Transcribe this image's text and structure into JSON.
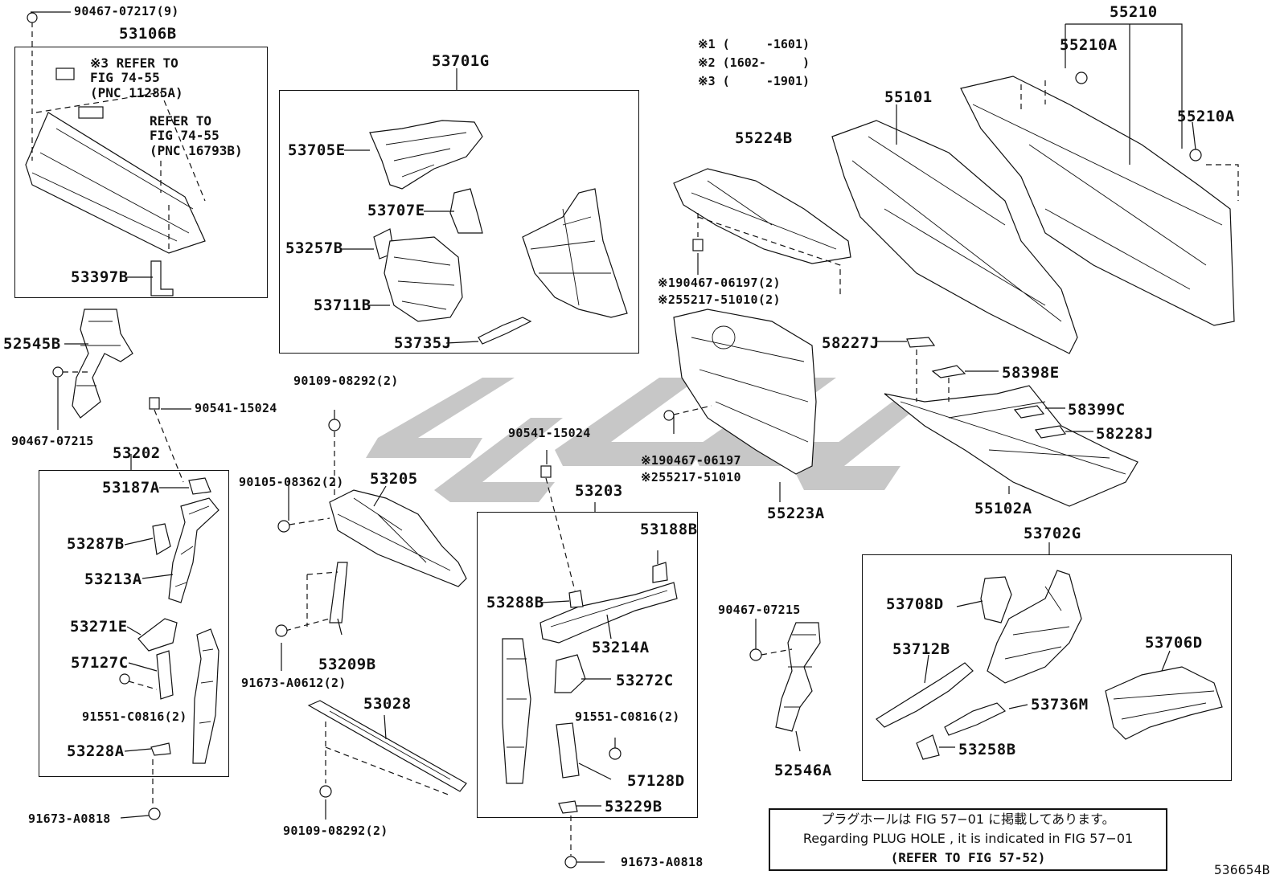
{
  "diagram_id": "536654B",
  "notes": {
    "legend": [
      "※1 (     -1601)",
      "※2 (1602-     )",
      "※3 (     -1901)"
    ],
    "refer_1": "※3 REFER TO\nFIG 74-55\n(PNC 11285A)",
    "refer_2": "REFER TO\nFIG 74-55\n(PNC 16793B)",
    "notice_jp": "プラグホールは FIG 57−01 に掲載してあります。",
    "notice_en": "Regarding  PLUG  HOLE , it is indicated in FIG 57−01",
    "notice_ref": "(REFER TO FIG 57-52)"
  },
  "groups": {
    "g53106B": "53106B",
    "g53701G": "53701G",
    "g53202": "53202",
    "g53203": "53203",
    "g53702G": "53702G"
  },
  "labels": {
    "p90467_07217": "90467-07217(9)",
    "p53397B": "53397B",
    "p53705E": "53705E",
    "p53707E": "53707E",
    "p53257B": "53257B",
    "p53711B": "53711B",
    "p53735J": "53735J",
    "p52545B": "52545B",
    "p90467_07215a": "90467-07215",
    "p90541_15024a": "90541-15024",
    "p90109_08292a": "90109-08292(2)",
    "p90105_08362": "90105-08362(2)",
    "p53205": "53205",
    "p91673_A0612": "91673-A0612(2)",
    "p53209B": "53209B",
    "p53187A": "53187A",
    "p53287B": "53287B",
    "p53213A": "53213A",
    "p53271E": "53271E",
    "p57127C": "57127C",
    "p91551_C0816a": "91551-C0816(2)",
    "p53228A": "53228A",
    "p91673_A0818a": "91673-A0818",
    "p53028": "53028",
    "p90109_08292b": "90109-08292(2)",
    "p90541_15024b": "90541-15024",
    "p53188B": "53188B",
    "p53288B": "53288B",
    "p53214A": "53214A",
    "p53272C": "53272C",
    "p91551_C0816b": "91551-C0816(2)",
    "p57128D": "57128D",
    "p53229B": "53229B",
    "p91673_A0818b": "91673-A0818",
    "p55224B": "55224B",
    "p90467_06197_2": "※190467-06197(2)",
    "p55217_51010_2": "※255217-51010(2)",
    "p90467_06197": "※190467-06197",
    "p55217_51010": "※255217-51010",
    "p55223A": "55223A",
    "p55101": "55101",
    "p55210": "55210",
    "p55210A_1": "55210A",
    "p55210A_2": "55210A",
    "p58227J": "58227J",
    "p58398E": "58398E",
    "p58399C": "58399C",
    "p58228J": "58228J",
    "p55102A": "55102A",
    "p90467_07215b": "90467-07215",
    "p52546A": "52546A",
    "p53708D": "53708D",
    "p53712B": "53712B",
    "p53706D": "53706D",
    "p53736M": "53736M",
    "p53258B": "53258B"
  }
}
